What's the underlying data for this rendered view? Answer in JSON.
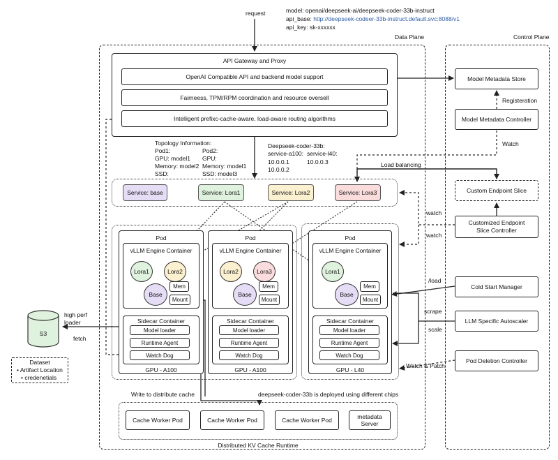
{
  "header": {
    "request": "request",
    "model_line": "model: openai/deepseek-ai/deepseek-coder-33b-instruct",
    "api_base_prefix": "api_base: ",
    "api_base_url": "http://deepseek-codeer-33b-instruct.default.svc:8088/v1",
    "api_key_line": "api_key: sk-xxxxxx"
  },
  "planes": {
    "data_plane": "Data Plane",
    "control_plane": "Control Plane"
  },
  "gateway": {
    "title": "API Gateway and Proxy",
    "row1": "OpenAI Compatible API and backend model support",
    "row2": "Fairneess, TPM/RPM coordination and resource oversell",
    "row3": "Intelligent prefixc-cache-aware, load-aware  routing algorithms"
  },
  "topology": {
    "title": "Topology Information:",
    "col1": [
      "Pod1:",
      "GPU: model1",
      "Memory: model2",
      "SSD:"
    ],
    "col2": [
      "Pod2:",
      "GPU:",
      "Memory: model1",
      "SSD: model3"
    ]
  },
  "services_info": {
    "title": "Deepseek-coder-33b:",
    "col1": [
      "service-a100:",
      "10.0.0.1",
      "10.0.0.2"
    ],
    "col2": [
      "service-l40:",
      "10.0.0.3"
    ]
  },
  "services": [
    {
      "label": "Service: base",
      "color": "#e5dcf5"
    },
    {
      "label": "Service: Lora1",
      "color": "#dff2dd"
    },
    {
      "label": "Service: Lora2",
      "color": "#fbf0cf"
    },
    {
      "label": "Service: Lora3",
      "color": "#fbdcdc"
    }
  ],
  "pods": [
    {
      "title": "Pod",
      "engine": "vLLM Engine Container",
      "adapters": [
        "Lora1",
        "Lora2"
      ],
      "base": "Base",
      "mem": "Mem",
      "mount": "Mount",
      "sidecar": "Sidecar Container",
      "sidecar_items": [
        "Model loader",
        "Runtime Agent",
        "Watch Dog"
      ],
      "gpu": "GPU - A100"
    },
    {
      "title": "Pod",
      "engine": "vLLM Engine Container",
      "adapters": [
        "Lora2",
        "Lora3"
      ],
      "base": "Base",
      "mem": "Mem",
      "mount": "Mount",
      "sidecar": "Sidecar Container",
      "sidecar_items": [
        "Model loader",
        "Runtime Agent",
        "Watch Dog"
      ],
      "gpu": "GPU - A100"
    },
    {
      "title": "Pod",
      "engine": "vLLM Engine Container",
      "adapters": [
        "Lora1"
      ],
      "base": "Base",
      "mem": "Mem",
      "mount": "Mount",
      "sidecar": "Sidecar Container",
      "sidecar_items": [
        "Model loader",
        "Runtime Agent",
        "Watch Dog"
      ],
      "gpu": "GPU - L40"
    }
  ],
  "s3": {
    "label": "S3",
    "loader": [
      "high perf",
      "loader"
    ],
    "fetch": "fetch"
  },
  "dataset": {
    "title": "Dataset",
    "items": [
      "Artifact Location",
      "credenetials"
    ]
  },
  "cache": {
    "write_label": "Write to distribute cache",
    "chips_label": "deepseek-coder-33b is deployed using different chips",
    "workers": [
      "Cache Worker Pod",
      "Cache Worker Pod",
      "Cache Worker Pod"
    ],
    "metadata": [
      "metadata",
      "Server"
    ],
    "runtime_label": "Distributed KV Cache Runtime"
  },
  "control": {
    "metadata_store": "Model Metadata Store",
    "registration": "Registeration",
    "metadata_controller": "Model Metadata Controller",
    "watch": "Watch",
    "load_balancing": "Load balancing",
    "custom_slice": "Custom Endpoint Slice",
    "slice_controller": [
      "Customized Endpoint",
      "Slice Controller"
    ],
    "watch_a": "watch",
    "watch_b": "watch",
    "cold_start": "Cold Start Manager",
    "load": "/load",
    "scrape": "scrape",
    "scale": "scale",
    "autoscaler": "LLM Specific Autoscaler",
    "watch_patch": "Watch & Patch",
    "deletion": "Pod Deletion Controller"
  }
}
